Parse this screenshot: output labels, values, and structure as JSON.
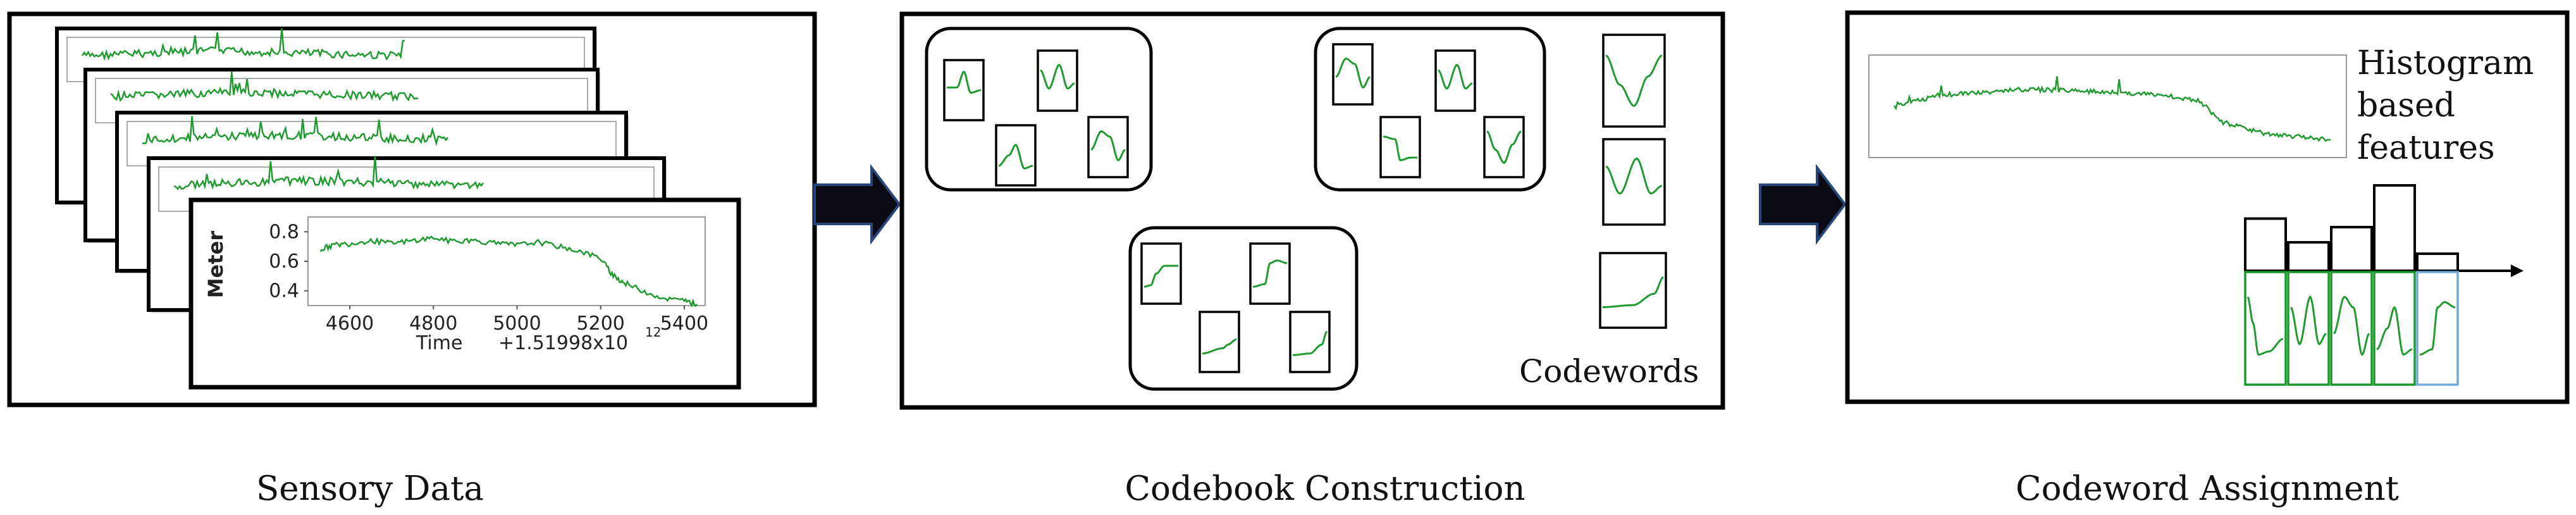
{
  "panels": {
    "sensory": {
      "caption": "Sensory Data",
      "plot": {
        "ylabel": "Meter",
        "xlabel": "Time",
        "offset_prefix": "+1.51998x10",
        "offset_exp": "12",
        "yticks": [
          "0.8",
          "0.6",
          "0.4"
        ],
        "xticks": [
          "4600",
          "4800",
          "5000",
          "5200",
          "5400"
        ]
      }
    },
    "codebook": {
      "caption": "Codebook Construction",
      "codewords_label": "Codewords"
    },
    "assignment": {
      "caption": "Codeword Assignment",
      "histogram_label": [
        "Histogram",
        "based",
        "features"
      ],
      "histogram_values": [
        0.55,
        0.3,
        0.46,
        0.9,
        0.18
      ]
    }
  },
  "colors": {
    "signal": "#1f9a2e",
    "frame": "#000000",
    "axis": "#555555",
    "assign_green": "#1a9a2a",
    "assign_blue": "#6fa8d8",
    "arrow_fill": "#0b0b16",
    "arrow_edge": "#27477a"
  },
  "chart_data": {
    "type": "line",
    "title": "",
    "xlabel": "Time",
    "ylabel": "Meter",
    "x_offset": "+1.51998x10^12",
    "xlim": [
      4500,
      5450
    ],
    "ylim": [
      0.3,
      0.9
    ],
    "series": [
      {
        "x": [
          4530,
          4560,
          4600,
          4650,
          4700,
          4750,
          4800,
          4850,
          4900,
          4950,
          5000,
          5050,
          5100,
          5150,
          5200,
          5230,
          5260,
          5300,
          5350,
          5400,
          5430
        ],
        "values": [
          0.68,
          0.71,
          0.72,
          0.74,
          0.72,
          0.74,
          0.76,
          0.73,
          0.74,
          0.72,
          0.71,
          0.73,
          0.7,
          0.67,
          0.62,
          0.5,
          0.45,
          0.4,
          0.35,
          0.33,
          0.31
        ]
      }
    ]
  }
}
